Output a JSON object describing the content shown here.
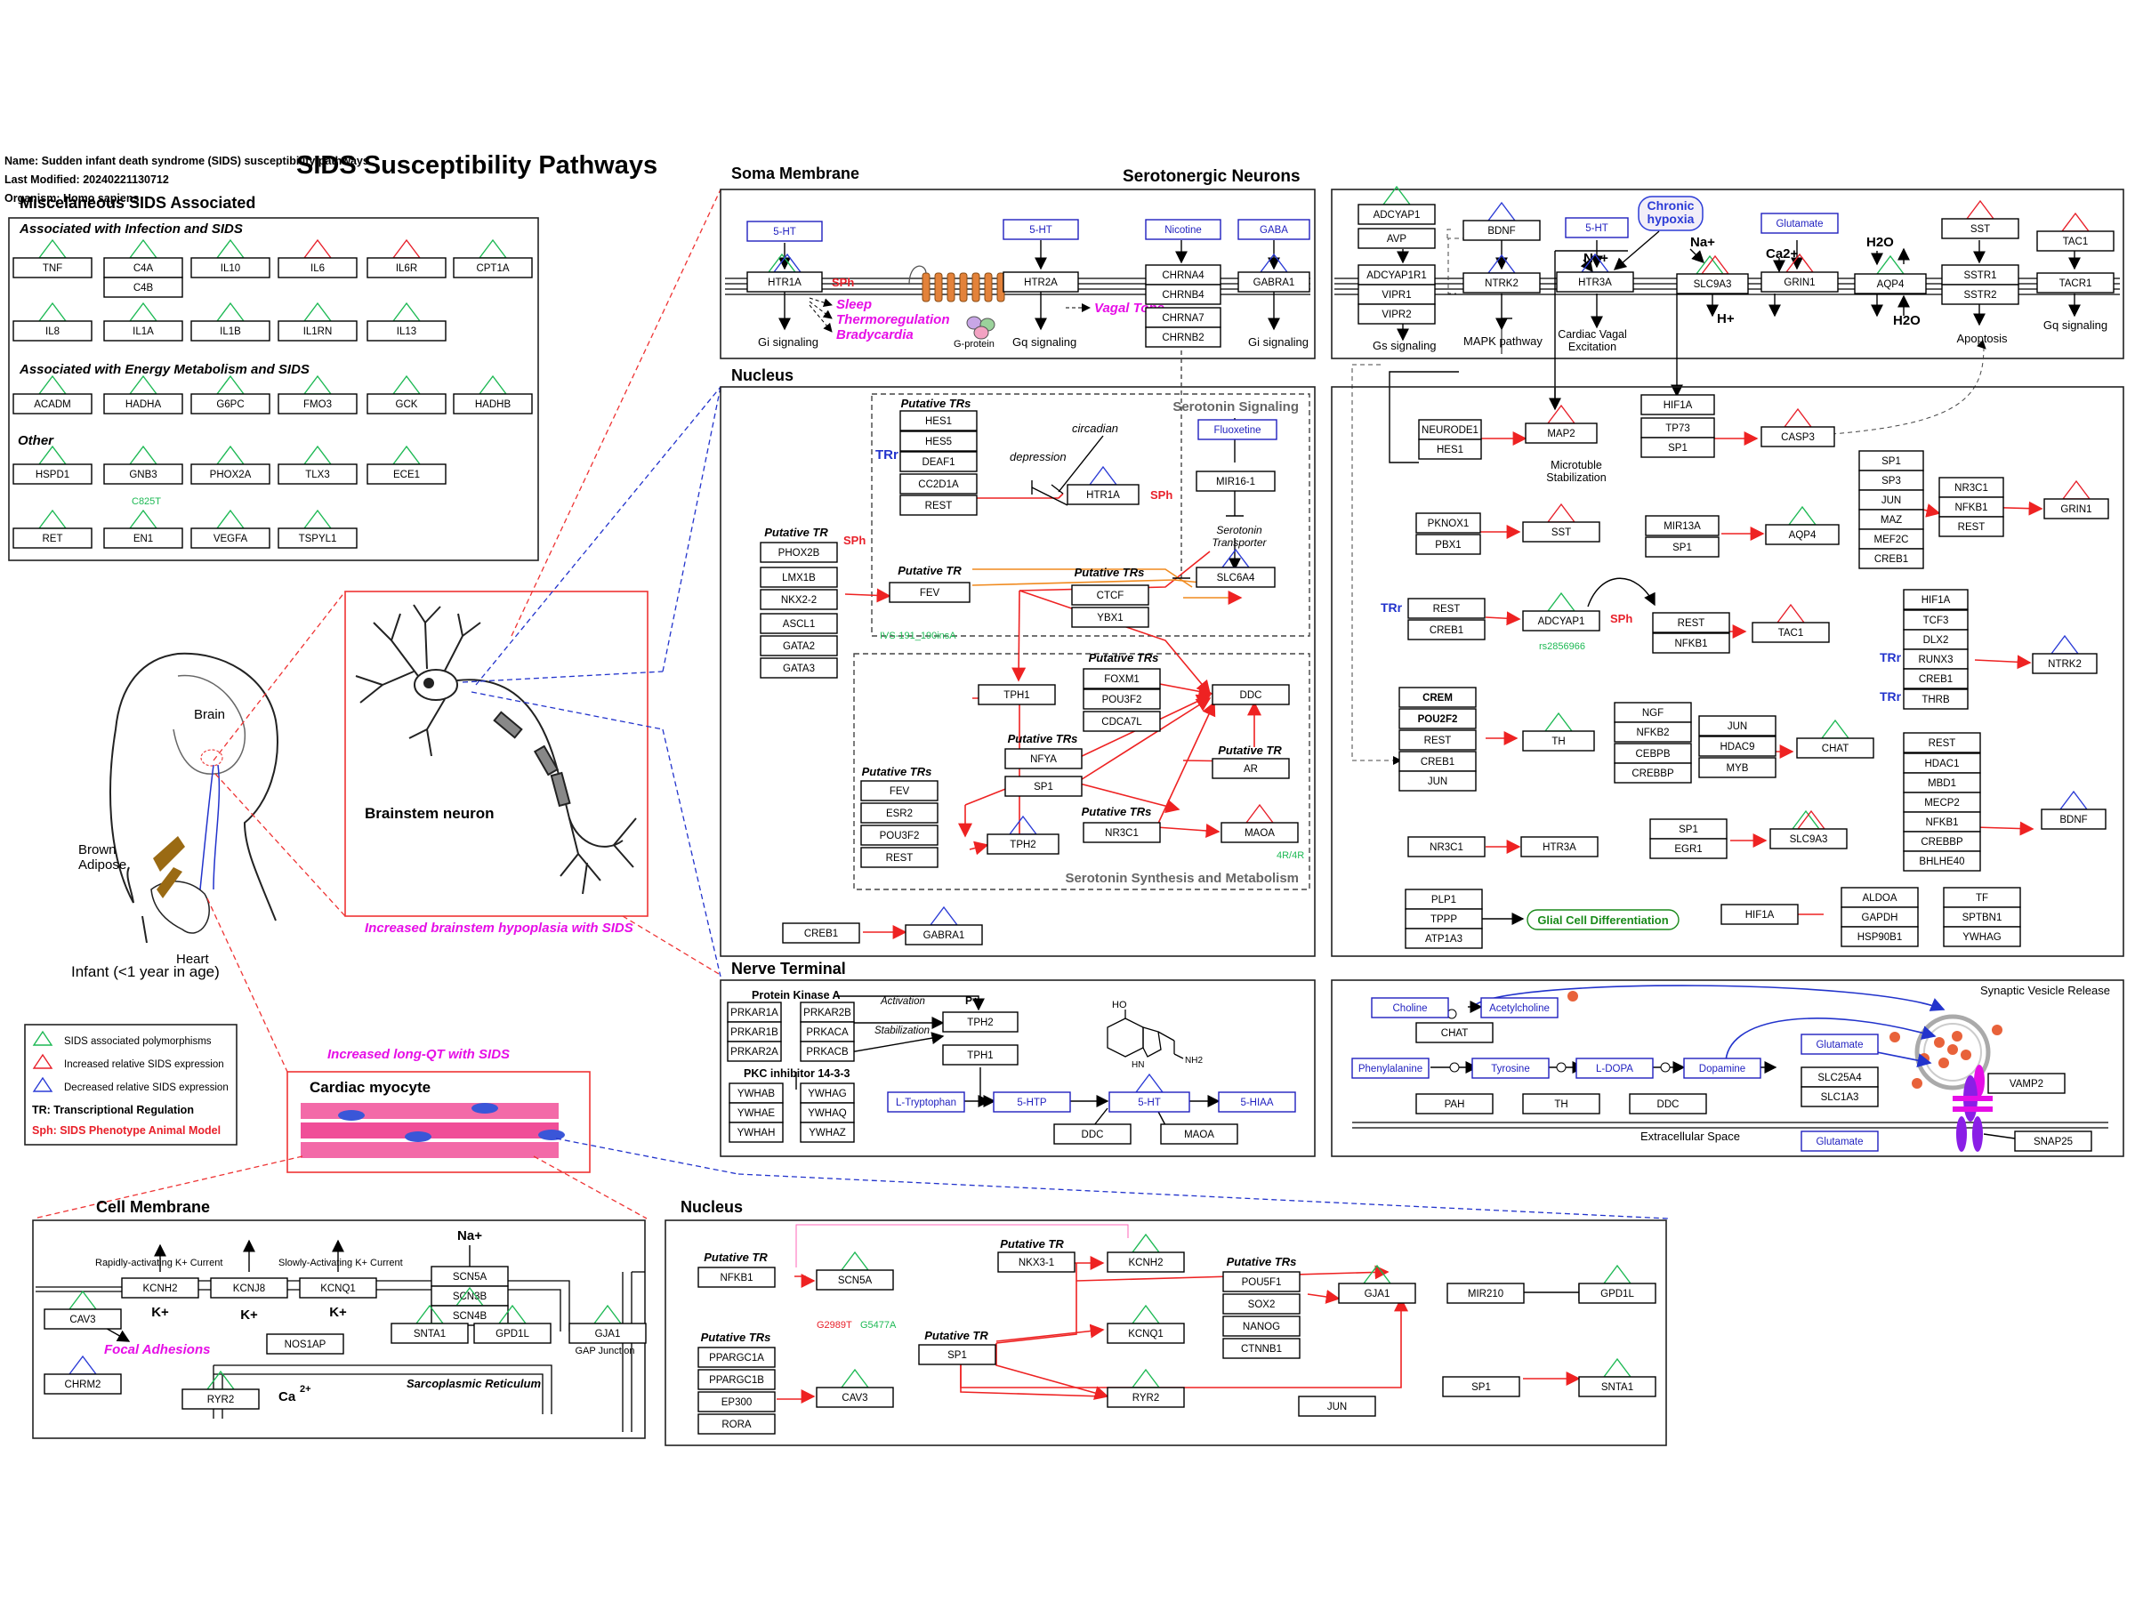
{
  "header": {
    "name": "Name: Sudden infant death syndrome (SIDS) susceptibility pathways",
    "modified": "Last Modified: 20240221130712",
    "organism": "Organism: Homo sapiens",
    "title": "SIDS Susceptibility Pathways"
  },
  "misc": {
    "title": "Miscelaneous SIDS Associated",
    "infection_title": "Associated with Infection and SIDS",
    "energy_title": "Associated with Energy Metabolism and SIDS",
    "other_title": "Other",
    "gnb3_note": "C825T"
  },
  "colors": {
    "green": "#1db954",
    "red": "#e8202a",
    "blue": "#2b3bd6",
    "magenta": "#e60ee6",
    "glial": "#1a8a1a"
  },
  "anatomy": {
    "brain": "Brain",
    "brown_adipose": "Brown Adipose",
    "heart": "Heart",
    "infant": "Infant (<1 year in age)",
    "brainstem_neuron": "Brainstem neuron",
    "hypoplasia": "Increased brainstem hypoplasia with SIDS",
    "long_qt": "Increased long-QT with SIDS",
    "cardiac_myocyte": "Cardiac myocyte"
  },
  "legend": {
    "items": [
      "SIDS associated polymorphisms",
      "Increased relative SIDS expression",
      "Decreased relative SIDS expression",
      "TR: Transcriptional Regulation",
      "Sph: SIDS Phenotype Animal Model"
    ]
  },
  "soma": {
    "title": "Soma Membrane",
    "serotonergic": "Serotonergic Neurons",
    "sleep": "Sleep",
    "thermo": "Thermoregulation",
    "brady": "Bradycardia",
    "vagal": "Vagal Tone",
    "gprotein": "G-protein",
    "gi1": "Gi signaling",
    "gq": "Gq signaling",
    "gi2": "Gi signaling"
  },
  "nucleus1": {
    "title": "Nucleus",
    "serotonin_signaling": "Serotonin Signaling",
    "serotonin_synth": "Serotonin Synthesis and Metabolism",
    "circadian": "circadian",
    "depression": "depression",
    "transporter": "Serotonin Transporter",
    "ivs": "IVS-191_190insA",
    "maoa_note": "4R/4R"
  },
  "nerve": {
    "title": "Nerve Terminal",
    "pka": "Protein Kinase A",
    "activation": "Activation",
    "stabilization": "Stabilization",
    "pkc": "PKC inhibitor 14-3-3",
    "pplus": "P+",
    "ho": "HO",
    "hn": "HN",
    "nh2": "NH2"
  },
  "right_top": {
    "chronic": "Chronic hypoxia",
    "na": "Na+",
    "na2": "Na+",
    "h": "H+",
    "ca": "Ca2+",
    "h2o1": "H2O",
    "h2o2": "H2O",
    "gs": "Gs signaling",
    "mapk": "MAPK pathway",
    "cardiac_vagal": "Cardiac Vagal Excitation",
    "apoptosis": "Apoptosis",
    "gq": "Gq signaling"
  },
  "right_mid": {
    "microtubule": "Microtuble Stabilization",
    "rs": "rs2856966",
    "glial": "Glial Cell Differentiation"
  },
  "vesicle": {
    "title": "Synaptic Vesicle Release",
    "extracellular": "Extracellular Space"
  },
  "cardiac": {
    "title": "Cell Membrane",
    "rapid": "Rapidly-activating K+ Current",
    "slow": "Slowly-Activating K+ Current",
    "na": "Na+",
    "k1": "K+",
    "k2": "K+",
    "k3": "K+",
    "focal": "Focal Adhesions",
    "sr": "Sarcoplasmic Reticulum",
    "ca": "Ca",
    "ca_sup": "2+",
    "gap": "GAP Junction"
  },
  "nucleus2": {
    "title": "Nucleus",
    "g2989t": "G2989T",
    "g5477a": "G5477A"
  },
  "labels": {
    "ptr": "Putative TRs",
    "ptr1": "Putative TR",
    "trr": "TRr",
    "sph": "SPh"
  }
}
